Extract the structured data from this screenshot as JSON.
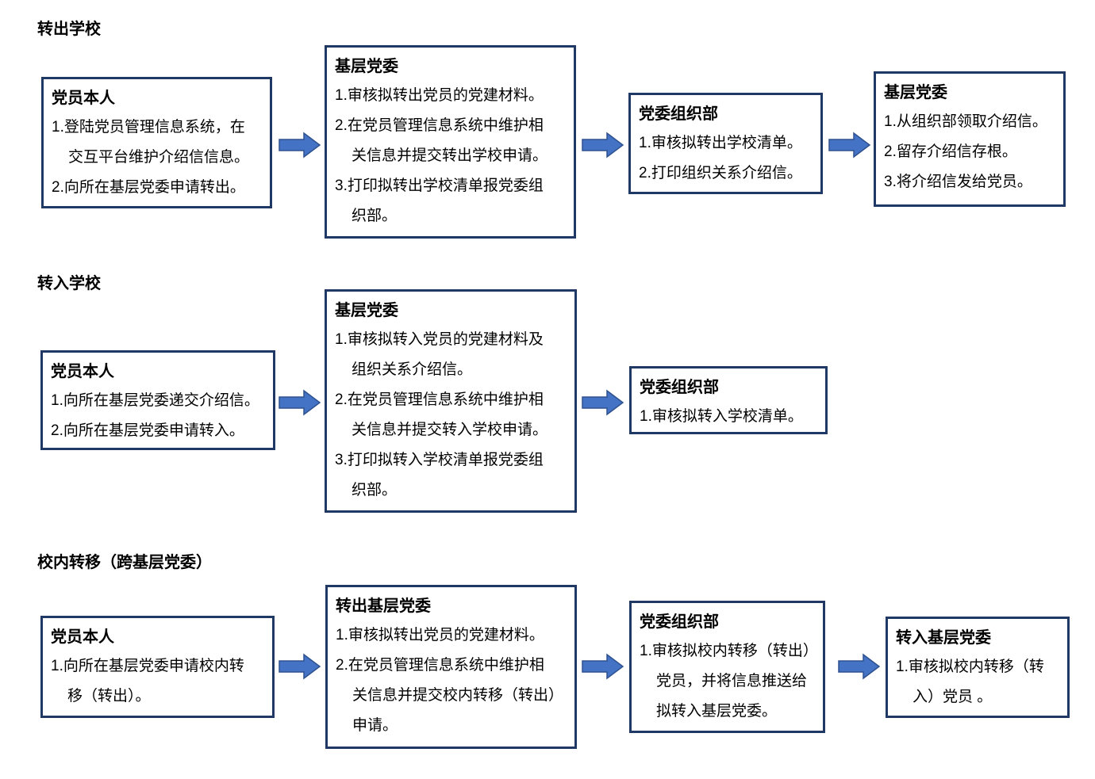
{
  "colors": {
    "box_border": "#1f3864",
    "arrow_fill": "#4472c4",
    "arrow_stroke": "#2f528f",
    "text": "#000000",
    "background": "#ffffff"
  },
  "sections": [
    {
      "title": "转出学校",
      "steps": [
        {
          "title": "党员本人",
          "items": [
            "1.登陆党员管理信息系统，在交互平台维护介绍信信息。",
            "2.向所在基层党委申请转出。"
          ]
        },
        {
          "title": "基层党委",
          "items": [
            "1.审核拟转出党员的党建材料。",
            "2.在党员管理信息系统中维护相关信息并提交转出学校申请。",
            "3.打印拟转出学校清单报党委组织部。"
          ]
        },
        {
          "title": "党委组织部",
          "items": [
            "1.审核拟转出学校清单。",
            "2.打印组织关系介绍信。"
          ]
        },
        {
          "title": "基层党委",
          "items": [
            "1.从组织部领取介绍信。",
            "2.留存介绍信存根。",
            "3.将介绍信发给党员。"
          ]
        }
      ]
    },
    {
      "title": "转入学校",
      "steps": [
        {
          "title": "党员本人",
          "items": [
            "1.向所在基层党委递交介绍信。",
            "2.向所在基层党委申请转入。"
          ]
        },
        {
          "title": "基层党委",
          "items": [
            "1.审核拟转入党员的党建材料及组织关系介绍信。",
            "2.在党员管理信息系统中维护相关信息并提交转入学校申请。",
            "3.打印拟转入学校清单报党委组织部。"
          ]
        },
        {
          "title": "党委组织部",
          "items": [
            "1.审核拟转入学校清单。"
          ]
        }
      ]
    },
    {
      "title": "校内转移（跨基层党委）",
      "steps": [
        {
          "title": "党员本人",
          "items": [
            "1.向所在基层党委申请校内转移（转出）。"
          ]
        },
        {
          "title": "转出基层党委",
          "items": [
            "1.审核拟转出党员的党建材料。",
            "2.在党员管理信息系统中维护相关信息并提交校内转移（转出）申请。"
          ]
        },
        {
          "title": "党委组织部",
          "items": [
            "1.审核拟校内转移（转出）党员，并将信息推送给拟转入基层党委。"
          ]
        },
        {
          "title": "转入基层党委",
          "items": [
            "1.审核拟校内转移（转入）党员 。"
          ]
        }
      ]
    }
  ]
}
